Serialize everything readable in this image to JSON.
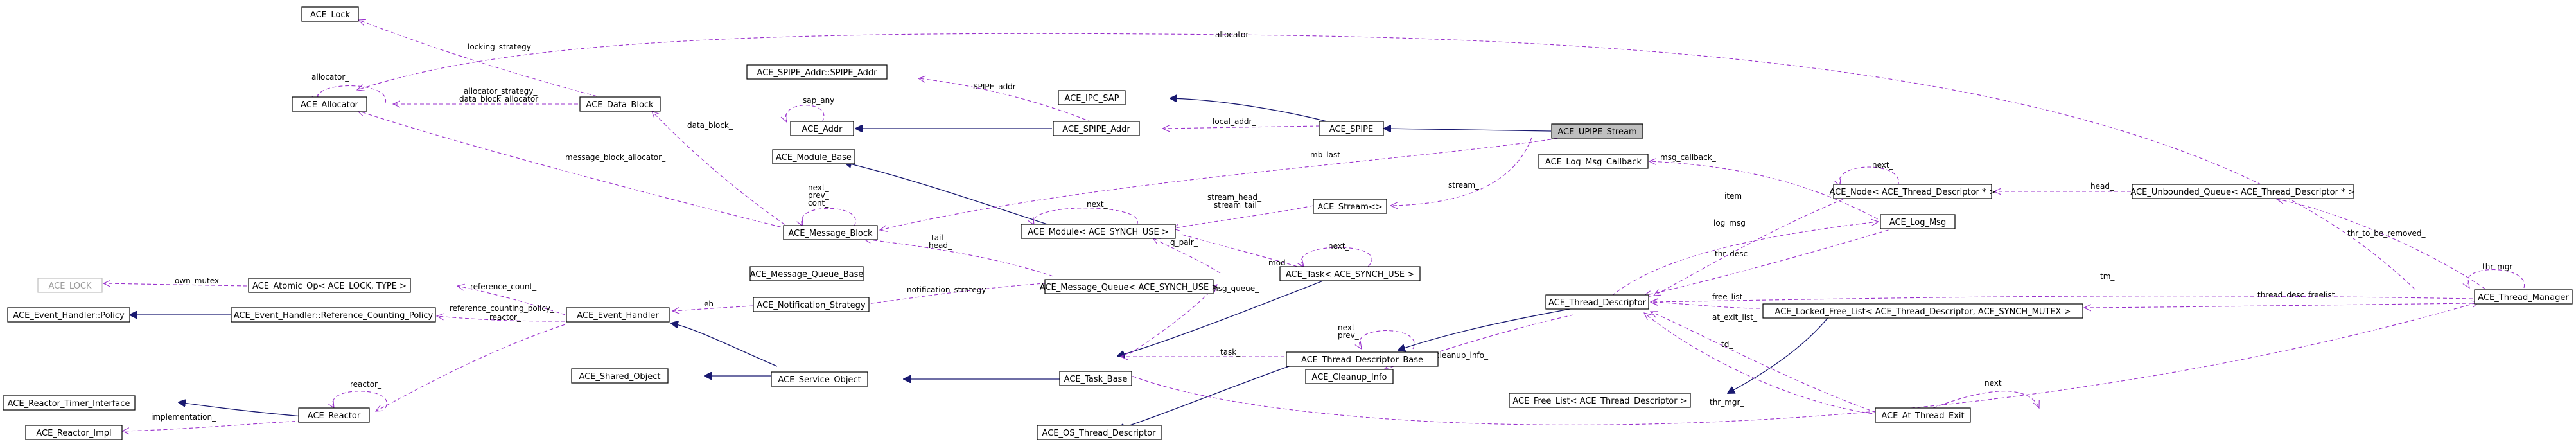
{
  "colors": {
    "inheritance": "#191970",
    "usage": "#9a32cd",
    "highlight": "#bfbfbf",
    "box_border": "#000000",
    "faded_border": "#bfbfbf"
  },
  "nodes": {
    "ace_lock": "ACE_Lock",
    "ace_allocator": "ACE_Allocator",
    "ace_data_block": "ACE_Data_Block",
    "ace_spipe_addr_spipe_addr": "ACE_SPIPE_Addr::SPIPE_Addr",
    "ace_ipc_sap": "ACE_IPC_SAP",
    "ace_addr": "ACE_Addr",
    "ace_spipe_addr": "ACE_SPIPE_Addr",
    "ace_spipe": "ACE_SPIPE",
    "ace_upipe_stream": "ACE_UPIPE_Stream",
    "ace_module_base": "ACE_Module_Base",
    "ace_log_msg_callback": "ACE_Log_Msg_Callback",
    "ace_message_block": "ACE_Message_Block",
    "ace_module": "ACE_Module< ACE_SYNCH_USE >",
    "ace_stream": "ACE_Stream<>",
    "ace_node": "ACE_Node< ACE_Thread_Descriptor * >",
    "ace_unbounded_queue": "ACE_Unbounded_Queue< ACE_Thread_Descriptor * >",
    "ace_log_msg": "ACE_Log_Msg",
    "ace_message_queue_base": "ACE_Message_Queue_Base",
    "ace_task": "ACE_Task< ACE_SYNCH_USE >",
    "ace_lock_type": "ACE_LOCK",
    "ace_atomic_op": "ACE_Atomic_Op< ACE_LOCK, TYPE >",
    "ace_message_queue": "ACE_Message_Queue< ACE_SYNCH_USE >",
    "ace_event_handler_policy": "ACE_Event_Handler::Policy",
    "ace_event_handler_rcp": "ACE_Event_Handler::Reference_Counting_Policy",
    "ace_event_handler": "ACE_Event_Handler",
    "ace_notification_strategy": "ACE_Notification_Strategy",
    "ace_thread_descriptor": "ACE_Thread_Descriptor",
    "ace_thread_manager": "ACE_Thread_Manager",
    "ace_locked_free_list": "ACE_Locked_Free_List< ACE_Thread_Descriptor, ACE_SYNCH_MUTEX >",
    "ace_reactor_timer_interface": "ACE_Reactor_Timer_Interface",
    "ace_reactor": "ACE_Reactor",
    "ace_shared_object": "ACE_Shared_Object",
    "ace_service_object": "ACE_Service_Object",
    "ace_task_base": "ACE_Task_Base",
    "ace_thread_descriptor_base": "ACE_Thread_Descriptor_Base",
    "ace_reactor_impl": "ACE_Reactor_Impl",
    "ace_cleanup_info": "ACE_Cleanup_Info",
    "ace_free_list": "ACE_Free_List< ACE_Thread_Descriptor >",
    "ace_at_thread_exit": "ACE_At_Thread_Exit",
    "ace_os_thread_descriptor": "ACE_OS_Thread_Descriptor"
  },
  "edge_labels": {
    "locking_strategy": "locking_strategy_",
    "allocator_top": "allocator_",
    "allocator_self": "allocator_",
    "allocator_strategy": "allocator_strategy_",
    "data_block_allocator": "data_block_allocator_",
    "sap_any": "sap_any",
    "spipe_addr": "SPIPE_addr_",
    "local_addr": "local_addr_",
    "data_block": "data_block_",
    "mb_last": "mb_last_",
    "msg_callback": "msg_callback_",
    "message_block_allocator": "message_block_allocator_",
    "next_mb": "next_",
    "prev_mb": "prev_",
    "cont_mb": "cont_",
    "next_module": "next_",
    "stream_head": "stream_head_",
    "stream_tail": "stream_tail_",
    "stream": "stream_",
    "next_node": "next_",
    "head_queue": "head_",
    "item": "item_",
    "log_msg": "log_msg_",
    "thr_desc": "thr_desc_",
    "thr_to_be_removed": "thr_to_be_removed_",
    "thr_mgr_self": "thr_mgr_",
    "tail": "tail_",
    "head": "head_",
    "q_pair": "q_pair_",
    "next_task": "next_",
    "mod": "mod_",
    "own_mutex": "own_mutex_",
    "notification_strategy": "notification_strategy_",
    "msg_queue": "msg_queue_",
    "tm": "tm_",
    "thread_desc_freelist": "thread_desc_freelist_",
    "free_list": "free_list_",
    "reference_count": "reference_count_",
    "eh": "eh_",
    "reference_counting_policy": "reference_counting_policy_",
    "reactor_self": "reactor_",
    "reactor": "reactor_",
    "next_tdb": "next_",
    "prev_tdb": "prev_",
    "at_exit_list": "at_exit_list_",
    "task": "task_",
    "cleanup_info": "cleanup_info_",
    "td": "td_",
    "next_ate": "next_",
    "implementation": "implementation_",
    "thr_mgr_bottom": "thr_mgr_"
  }
}
